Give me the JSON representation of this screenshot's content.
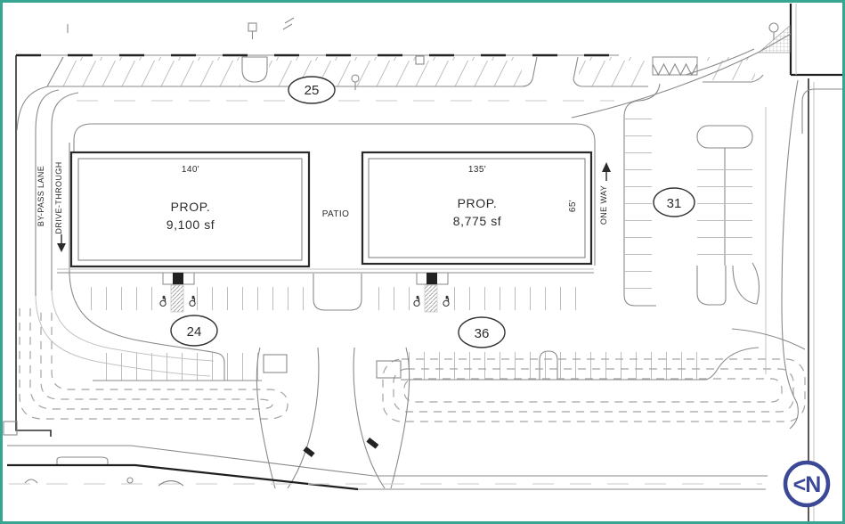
{
  "labels": {
    "bypass_lane": "BY-PASS LANE",
    "drive_through": "DRIVE-THROUGH",
    "one_way": "ONE WAY",
    "patio": "PATIO"
  },
  "buildings": [
    {
      "name": "building-1",
      "line1": "PROP.",
      "line2": "9,100 sf",
      "dim_width": "140'"
    },
    {
      "name": "building-2",
      "line1": "PROP.",
      "line2": "8,775 sf",
      "dim_width": "135'",
      "dim_depth": "65'"
    }
  ],
  "counts": {
    "north_row": "25",
    "east_lot": "31",
    "south_aisle_west": "24",
    "south_aisle_center": "36"
  },
  "north": {
    "label": "<N"
  },
  "icons": {
    "accessible": "wheelchair-accessible-stall",
    "north": "north-indicator",
    "light_pole": "light-pole"
  },
  "colors": {
    "frame_border": "#38a492",
    "north_indicator": "#3b4896",
    "linework": "#2e2e2e",
    "stall_lines": "#c2c2c2"
  }
}
